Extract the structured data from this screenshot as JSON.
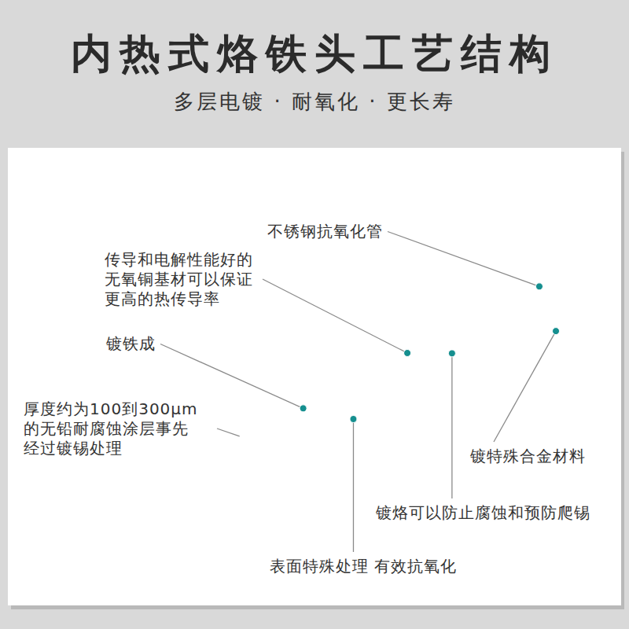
{
  "diagram": {
    "title": "内热式烙铁头工艺结构",
    "caption": "多层电镀 · 耐氧化 · 更长寿",
    "labels": [
      "不锈钢抗氧化管",
      "传导和电解性能好的 无氧铜基材可以保证 更高的热传导率",
      "镀铁成",
      "厚度约为100到300μm 的无铅耐腐蚀涂层事先 经过镀锡处理",
      "镀特殊合金材料",
      "镀烙可以防止腐蚀和预防爬锡",
      "表面特殊处理 有效抗氧化"
    ]
  }
}
